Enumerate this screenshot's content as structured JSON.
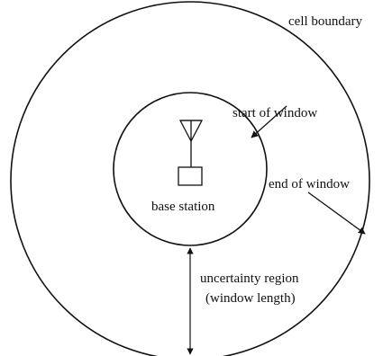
{
  "labels": {
    "cell_boundary": "cell boundary",
    "start_of_window": "start of window",
    "end_of_window": "end of window",
    "base_station": "base station",
    "uncertainty_line1": "uncertainty region",
    "uncertainty_line2": "(window length)"
  },
  "colors": {
    "ink": "#111111",
    "background": "#ffffff"
  },
  "icons": [
    "antenna-icon",
    "base-station-box"
  ]
}
